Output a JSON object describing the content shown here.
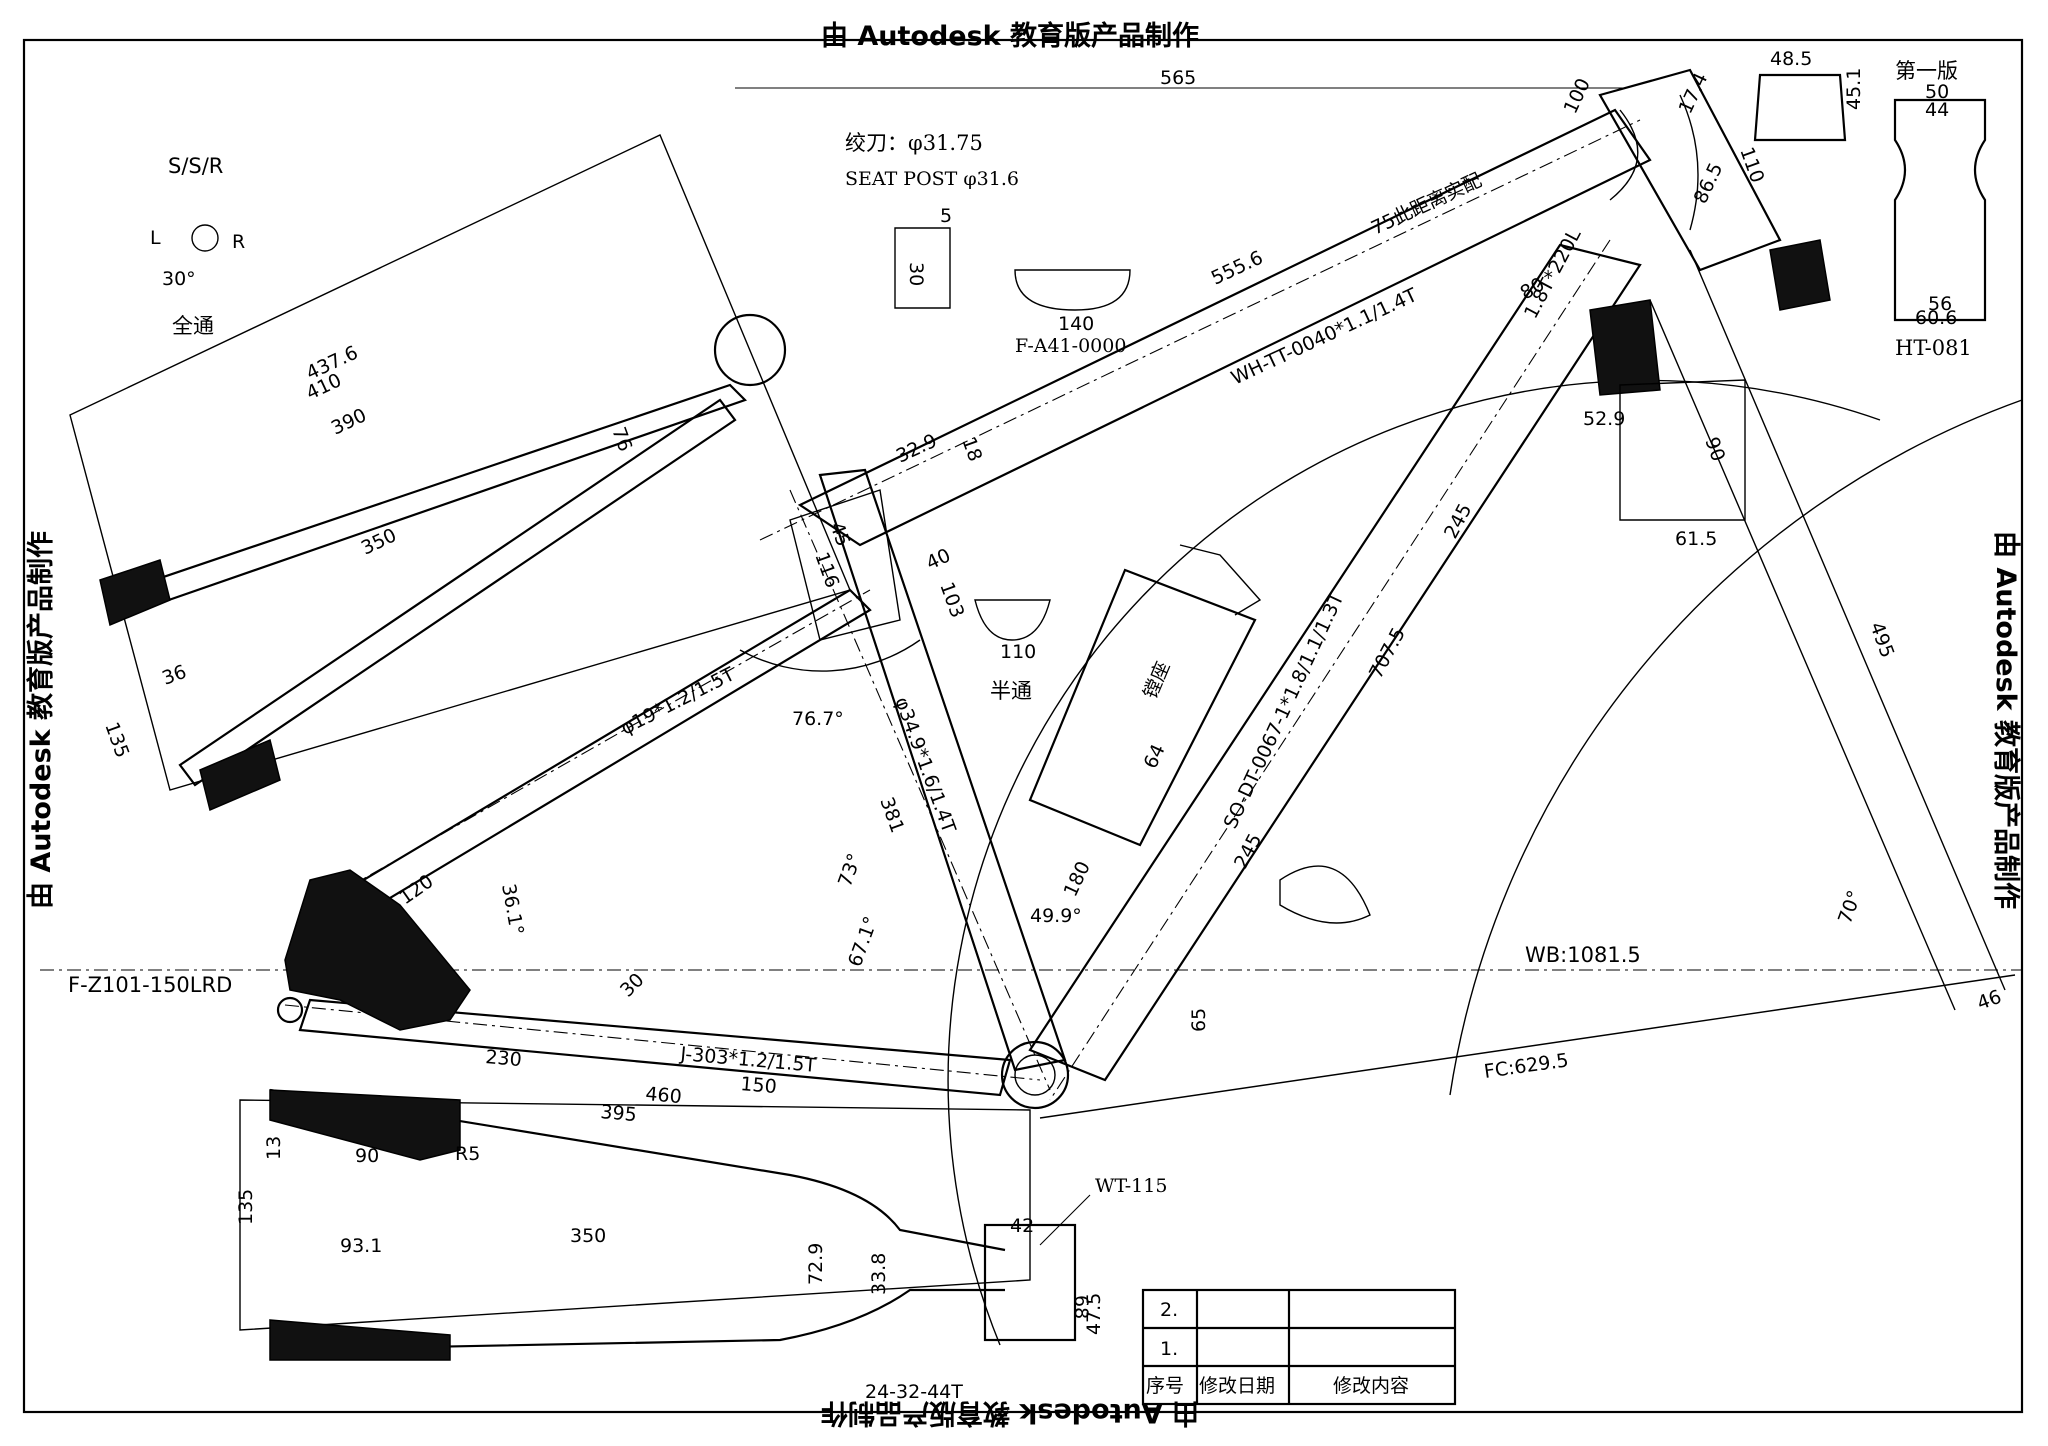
{
  "watermark": {
    "top": "由 Autodesk 教育版产品制作",
    "bottom": "由 Autodesk 教育版产品制作",
    "left": "由 Autodesk 教育版产品制作",
    "right": "由 Autodesk 教育版产品制作"
  },
  "labels": {
    "ssr": "S/S/R",
    "L": "L",
    "R": "R",
    "angle30": "30°",
    "quantong": "全通",
    "seat_clamp": "绞刀：φ31.75",
    "seat_post": "SEAT POST φ31.6",
    "f_a41": "F-A41-0000",
    "banban": "半通",
    "version": "第一版",
    "ht081": "HT-081",
    "dropout": "F-Z101-150LRD",
    "wt115": "WT-115",
    "wb": "WB:1081.5",
    "fc": "FC:629.5",
    "tt_tube": "WH-TT-0040*1.1/1.4T",
    "dt_tube": "SO-DT-0067-1*1.8/1.1/1.3T",
    "st_tube": "φ34.9*1.6/1.4T",
    "ss_tube": "φ19*1.2/1.5T",
    "cs_tube": "J-303*1.2/1.5T",
    "ht_tube": "1.8T*220L",
    "cable_note": "75此距离实配",
    "bottle_note": "镗座",
    "bottom_spec": "24-32-44T"
  },
  "dims": {
    "d565": "565",
    "d555": "555.6",
    "d100": "100",
    "d174": "17.4",
    "d110": "110",
    "d865": "86.5",
    "d80": "80",
    "d529": "52.9",
    "d90": "90",
    "d615": "61.5",
    "d485": "48.5",
    "d451": "45.1",
    "d50": "50",
    "d44": "44",
    "d606": "60.6",
    "d56": "56",
    "d5": "5",
    "d30": "30",
    "d140": "140",
    "d329": "32.9",
    "d18": "18",
    "d45": "45",
    "d116": "116",
    "d40": "40",
    "d103": "103",
    "d110b": "110",
    "d767": "76.7°",
    "d381": "381",
    "d73": "73°",
    "d671": "67.1°",
    "d180": "180",
    "d499": "49.9°",
    "d64": "64",
    "d245a": "245",
    "d7075": "707.5",
    "d245b": "245",
    "d495": "495",
    "d70": "70°",
    "d46": "46",
    "d65": "65",
    "d4376": "437.6",
    "d410": "410",
    "d390": "390",
    "d76": "76",
    "d350a": "350",
    "d36": "36",
    "d135a": "135",
    "d120": "120",
    "d361": "36.1°",
    "d30b": "30",
    "d230": "230",
    "d460": "460",
    "d150": "150",
    "d395": "395",
    "d13": "13",
    "d90b": "90",
    "dR5": "R5",
    "d135b": "135",
    "d931": "93.1",
    "d350b": "350",
    "d729": "72.9",
    "d338": "33.8",
    "d42": "42",
    "d68": "68",
    "d475": "47.5"
  },
  "revision_table": {
    "rows": [
      {
        "no": "2.",
        "date": "",
        "content": ""
      },
      {
        "no": "1.",
        "date": "",
        "content": ""
      }
    ],
    "headers": {
      "no": "序号",
      "date": "修改日期",
      "content": "修改内容"
    }
  }
}
